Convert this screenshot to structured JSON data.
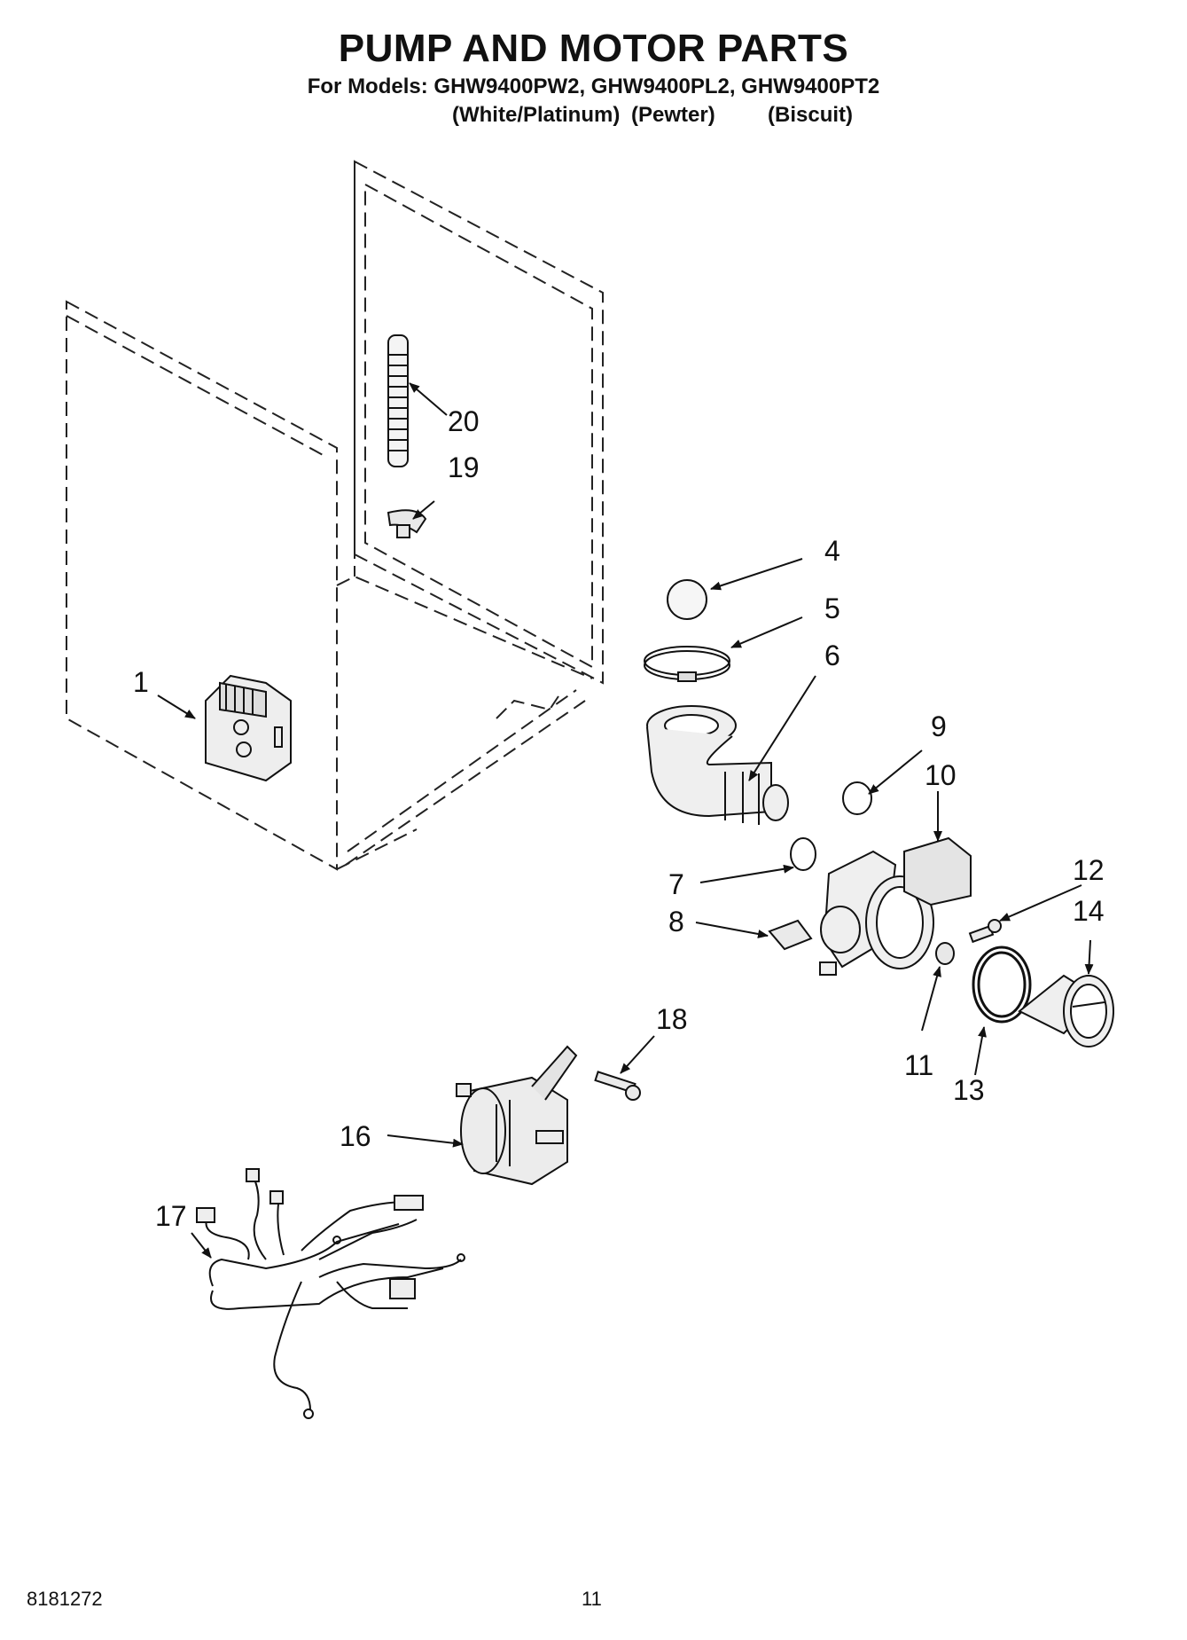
{
  "header": {
    "title": "PUMP AND MOTOR PARTS",
    "models_line": "For Models: GHW9400PW2, GHW9400PL2, GHW9400PT2",
    "color_white": "(White/Platinum)",
    "color_pewter": "(Pewter)",
    "color_biscuit": "(Biscuit)"
  },
  "callouts": {
    "c1": "1",
    "c4": "4",
    "c5": "5",
    "c6": "6",
    "c7": "7",
    "c8": "8",
    "c9": "9",
    "c10": "10",
    "c11": "11",
    "c12": "12",
    "c13": "13",
    "c14": "14",
    "c16": "16",
    "c17": "17",
    "c18": "18",
    "c19": "19",
    "c20": "20"
  },
  "footer": {
    "doc_number": "8181272",
    "page_number": "11"
  }
}
